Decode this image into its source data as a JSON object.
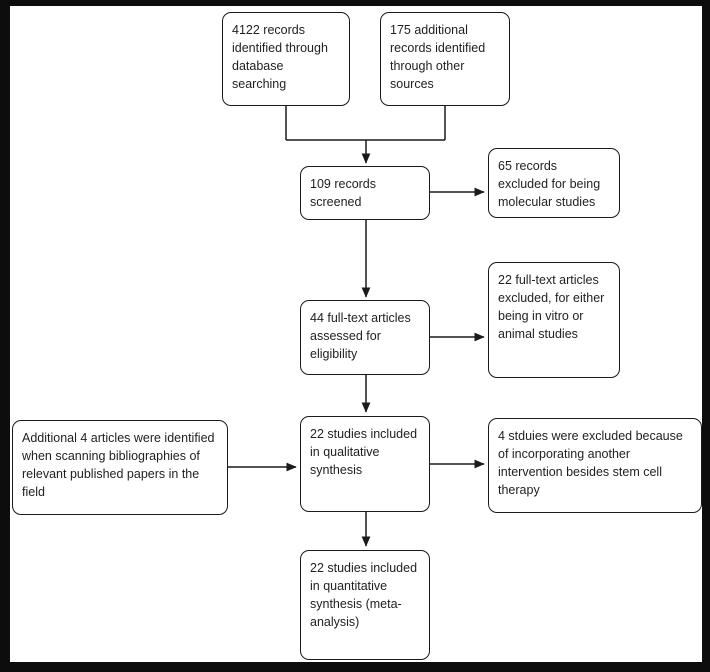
{
  "colors": {
    "frame": "#0d0d0d",
    "background": "#ffffff",
    "box_border": "#1a1a1a",
    "text": "#1f1f1f"
  },
  "boxes": {
    "database_records": "4122 records identified through database searching",
    "additional_records": "175 additional records identified through other sources",
    "records_screened": "109 records screened",
    "molecular_excluded": "65 records excluded for being molecular studies",
    "fulltext_assessed": "44 full-text articles assessed for eligibility",
    "fulltext_excluded": "22 full-text articles excluded, for either being in vitro or animal studies",
    "qualitative_synthesis": "22 studies included in qualitative synthesis",
    "bibliography_articles": "Additional 4 articles were identified when scanning bibliographies of relevant published papers in the field",
    "intervention_excluded": "4 stduies were excluded because of incorporating another intervention besides stem cell therapy",
    "quantitative_synthesis": "22 studies included in quantitative synthesis (meta-analysis)"
  }
}
